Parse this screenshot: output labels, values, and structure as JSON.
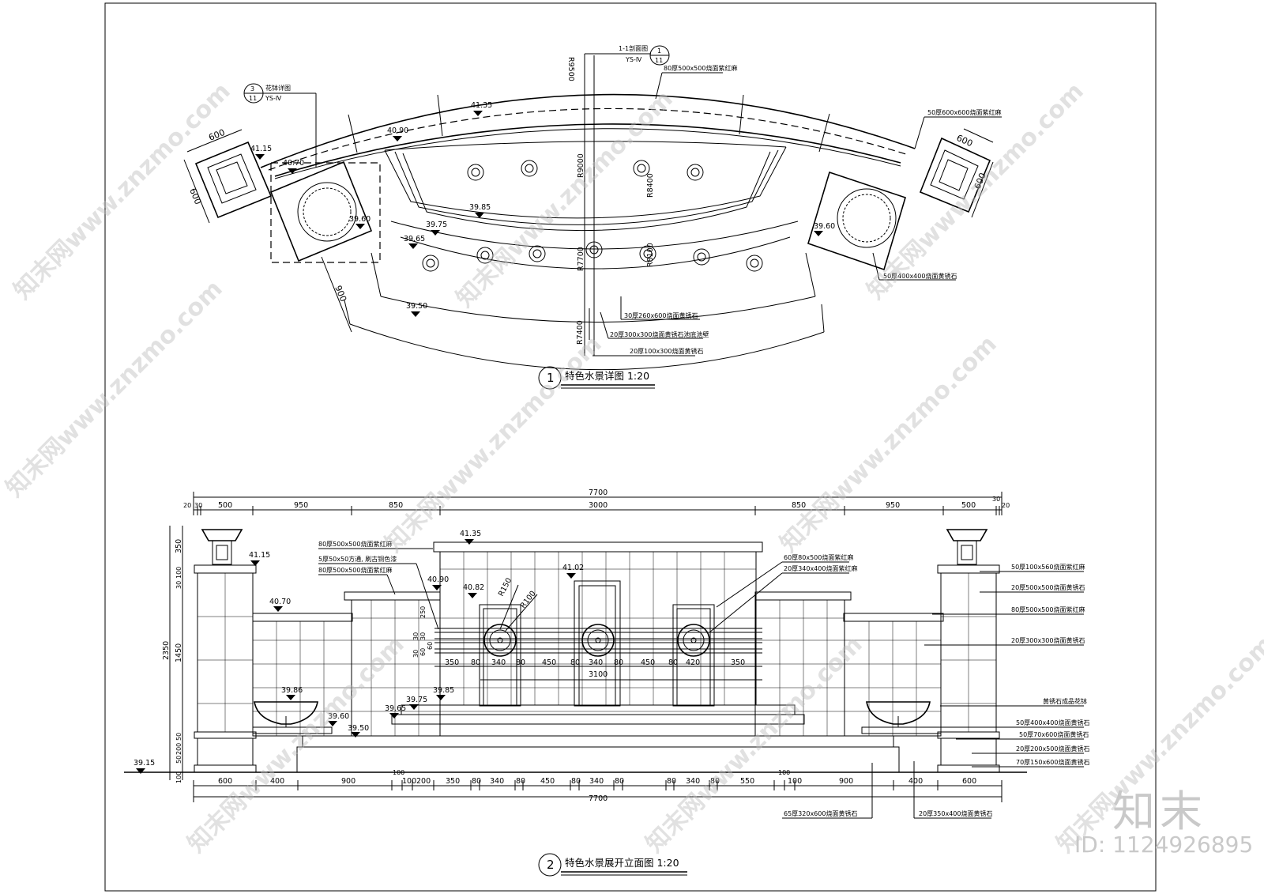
{
  "plan": {
    "title_num": "1",
    "title": "特色水景详图 1:20",
    "callout_section": {
      "label": "1-1剖面图",
      "top": "1",
      "bottom": "11",
      "ref": "YS-Ⅳ"
    },
    "callout_detail": {
      "label": "花钵详图",
      "top": "3",
      "bottom": "11",
      "ref": "YS-Ⅳ"
    },
    "levels": [
      "41.35",
      "40.90",
      "41.15",
      "40.70",
      "39.60",
      "39.85",
      "39.75",
      "39.65",
      "39.50",
      "39.60"
    ],
    "radii": [
      "R9500",
      "R9000",
      "R8400",
      "R7700",
      "R8100",
      "R7400"
    ],
    "dims": [
      "600",
      "600",
      "900",
      "600",
      "600"
    ],
    "notes": [
      "80厚500x500烧面紫红麻",
      "50厚600x600烧面紫红麻",
      "50厚400x400烧面黄锈石",
      "30厚260x600烧面黄锈石",
      "20厚300x300烧面黄锈石池底池壁",
      "20厚100x300烧面黄锈石"
    ]
  },
  "elevation": {
    "title_num": "2",
    "title": "特色水景展开立面图 1:20",
    "top_total": "7700",
    "top_dims": [
      "20",
      "30",
      "500",
      "950",
      "850",
      "3000",
      "850",
      "950",
      "500",
      "30",
      "20"
    ],
    "bottom_dims": [
      "600",
      "400",
      "900",
      "100",
      "100",
      "200",
      "350",
      "80",
      "340",
      "80",
      "450",
      "80",
      "340",
      "80",
      "80",
      "340",
      "80",
      "550",
      "100",
      "100",
      "900",
      "400",
      "600"
    ],
    "bottom_total": "7700",
    "mid_dims": [
      "350",
      "80",
      "340",
      "80",
      "450",
      "80",
      "340",
      "80",
      "450",
      "80",
      "420",
      "350"
    ],
    "mid_total": "3100",
    "left_dims": [
      "350",
      "100",
      "30",
      "1450",
      "2350",
      "50",
      "50",
      "200",
      "100"
    ],
    "vert_small": [
      "250",
      "30",
      "30",
      "60",
      "30",
      "60"
    ],
    "radii": [
      "R150",
      "R100"
    ],
    "levels": [
      "41.35",
      "41.15",
      "40.90",
      "40.82",
      "41.02",
      "40.70",
      "39.86",
      "39.60",
      "39.50",
      "39.65",
      "39.75",
      "39.85",
      "39.15"
    ],
    "notes_left": [
      "80厚500x500烧面紫红麻",
      "5厚50x50方通, 刷古铜色漆",
      "80厚500x500烧面紫红麻"
    ],
    "notes_mid": [
      "60厚80x500烧面紫红麻",
      "20厚340x400烧面紫红麻"
    ],
    "notes_right": [
      "50厚100x560烧面紫红麻",
      "20厚500x500烧面黄锈石",
      "80厚500x500烧面紫红麻",
      "20厚300x300烧面黄锈石",
      "黄锈石成品花钵",
      "50厚400x400烧面黄锈石",
      "50厚70x600烧面黄锈石",
      "20厚200x500烧面黄锈石",
      "70厚150x600烧面黄锈石"
    ],
    "notes_bottom": [
      "65厚320x600烧面黄锈石",
      "20厚350x400烧面黄锈石"
    ]
  },
  "watermark": {
    "text": "知末网www.znzmo.com",
    "logo": "知末",
    "id": "ID: 1124926895"
  }
}
